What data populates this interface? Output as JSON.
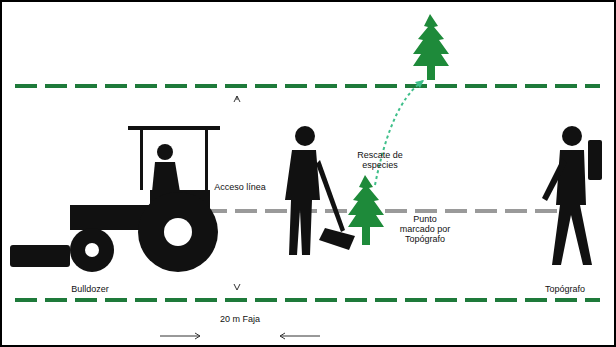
{
  "diagram": {
    "labels": [
      "Rescate de especies",
      "Acceso línea",
      "Punto marcado por Topógrafo",
      "Bulldozer",
      "Topógrafo",
      "20 m Faja"
    ]
  }
}
